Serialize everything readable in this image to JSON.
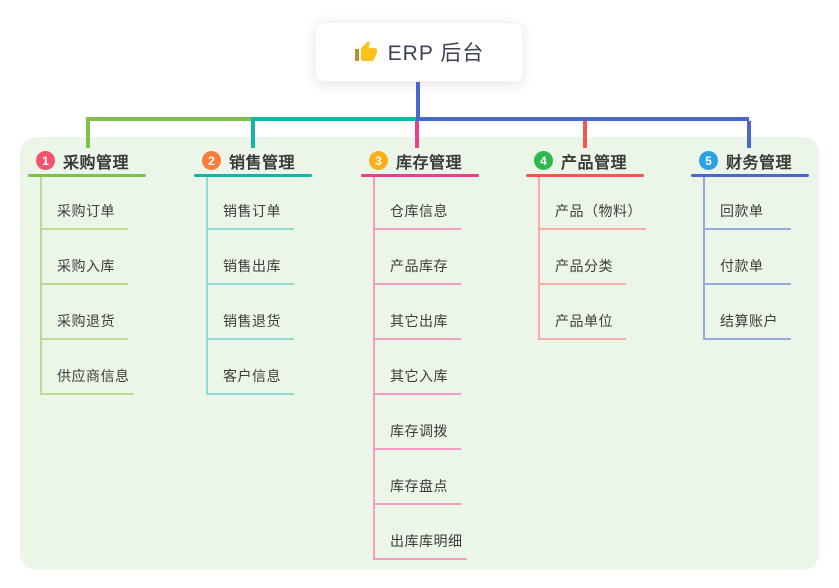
{
  "root": {
    "label": "ERP 后台",
    "icon": "thumbs-up-icon"
  },
  "branches": [
    {
      "index": "1",
      "label": "采购管理",
      "badge_color": "#f4516c",
      "line_color": "#7cc247",
      "sub_line_color": "#b9dd93",
      "children": [
        "采购订单",
        "采购入库",
        "采购退货",
        "供应商信息"
      ]
    },
    {
      "index": "2",
      "label": "销售管理",
      "badge_color": "#fb7e3a",
      "line_color": "#13b5ab",
      "sub_line_color": "#8edcd5",
      "children": [
        "销售订单",
        "销售出库",
        "销售退货",
        "客户信息"
      ]
    },
    {
      "index": "3",
      "label": "库存管理",
      "badge_color": "#fbb017",
      "line_color": "#e8418c",
      "sub_line_color": "#f39cc5",
      "children": [
        "仓库信息",
        "产品库存",
        "其它出库",
        "其它入库",
        "库存调拨",
        "库存盘点",
        "出库库明细"
      ]
    },
    {
      "index": "4",
      "label": "产品管理",
      "badge_color": "#2eb84e",
      "line_color": "#f9554f",
      "sub_line_color": "#fcaba6",
      "children": [
        "产品（物料）",
        "产品分类",
        "产品单位"
      ]
    },
    {
      "index": "5",
      "label": "财务管理",
      "badge_color": "#29a2e3",
      "line_color": "#4a66cf",
      "sub_line_color": "#97aadd",
      "children": [
        "回款单",
        "付款单",
        "结算账户"
      ]
    }
  ],
  "colors": {
    "canvas_bg": "#ffffff",
    "panel_bg": "#ecf6e8",
    "stem": "#4a66cf",
    "root_text": "#3b4254",
    "branch_text": "#3a3a3a",
    "item_text": "#3d3d3d",
    "thumb_hand": "#fcc21b",
    "thumb_sleeve": "#c08a2e"
  }
}
